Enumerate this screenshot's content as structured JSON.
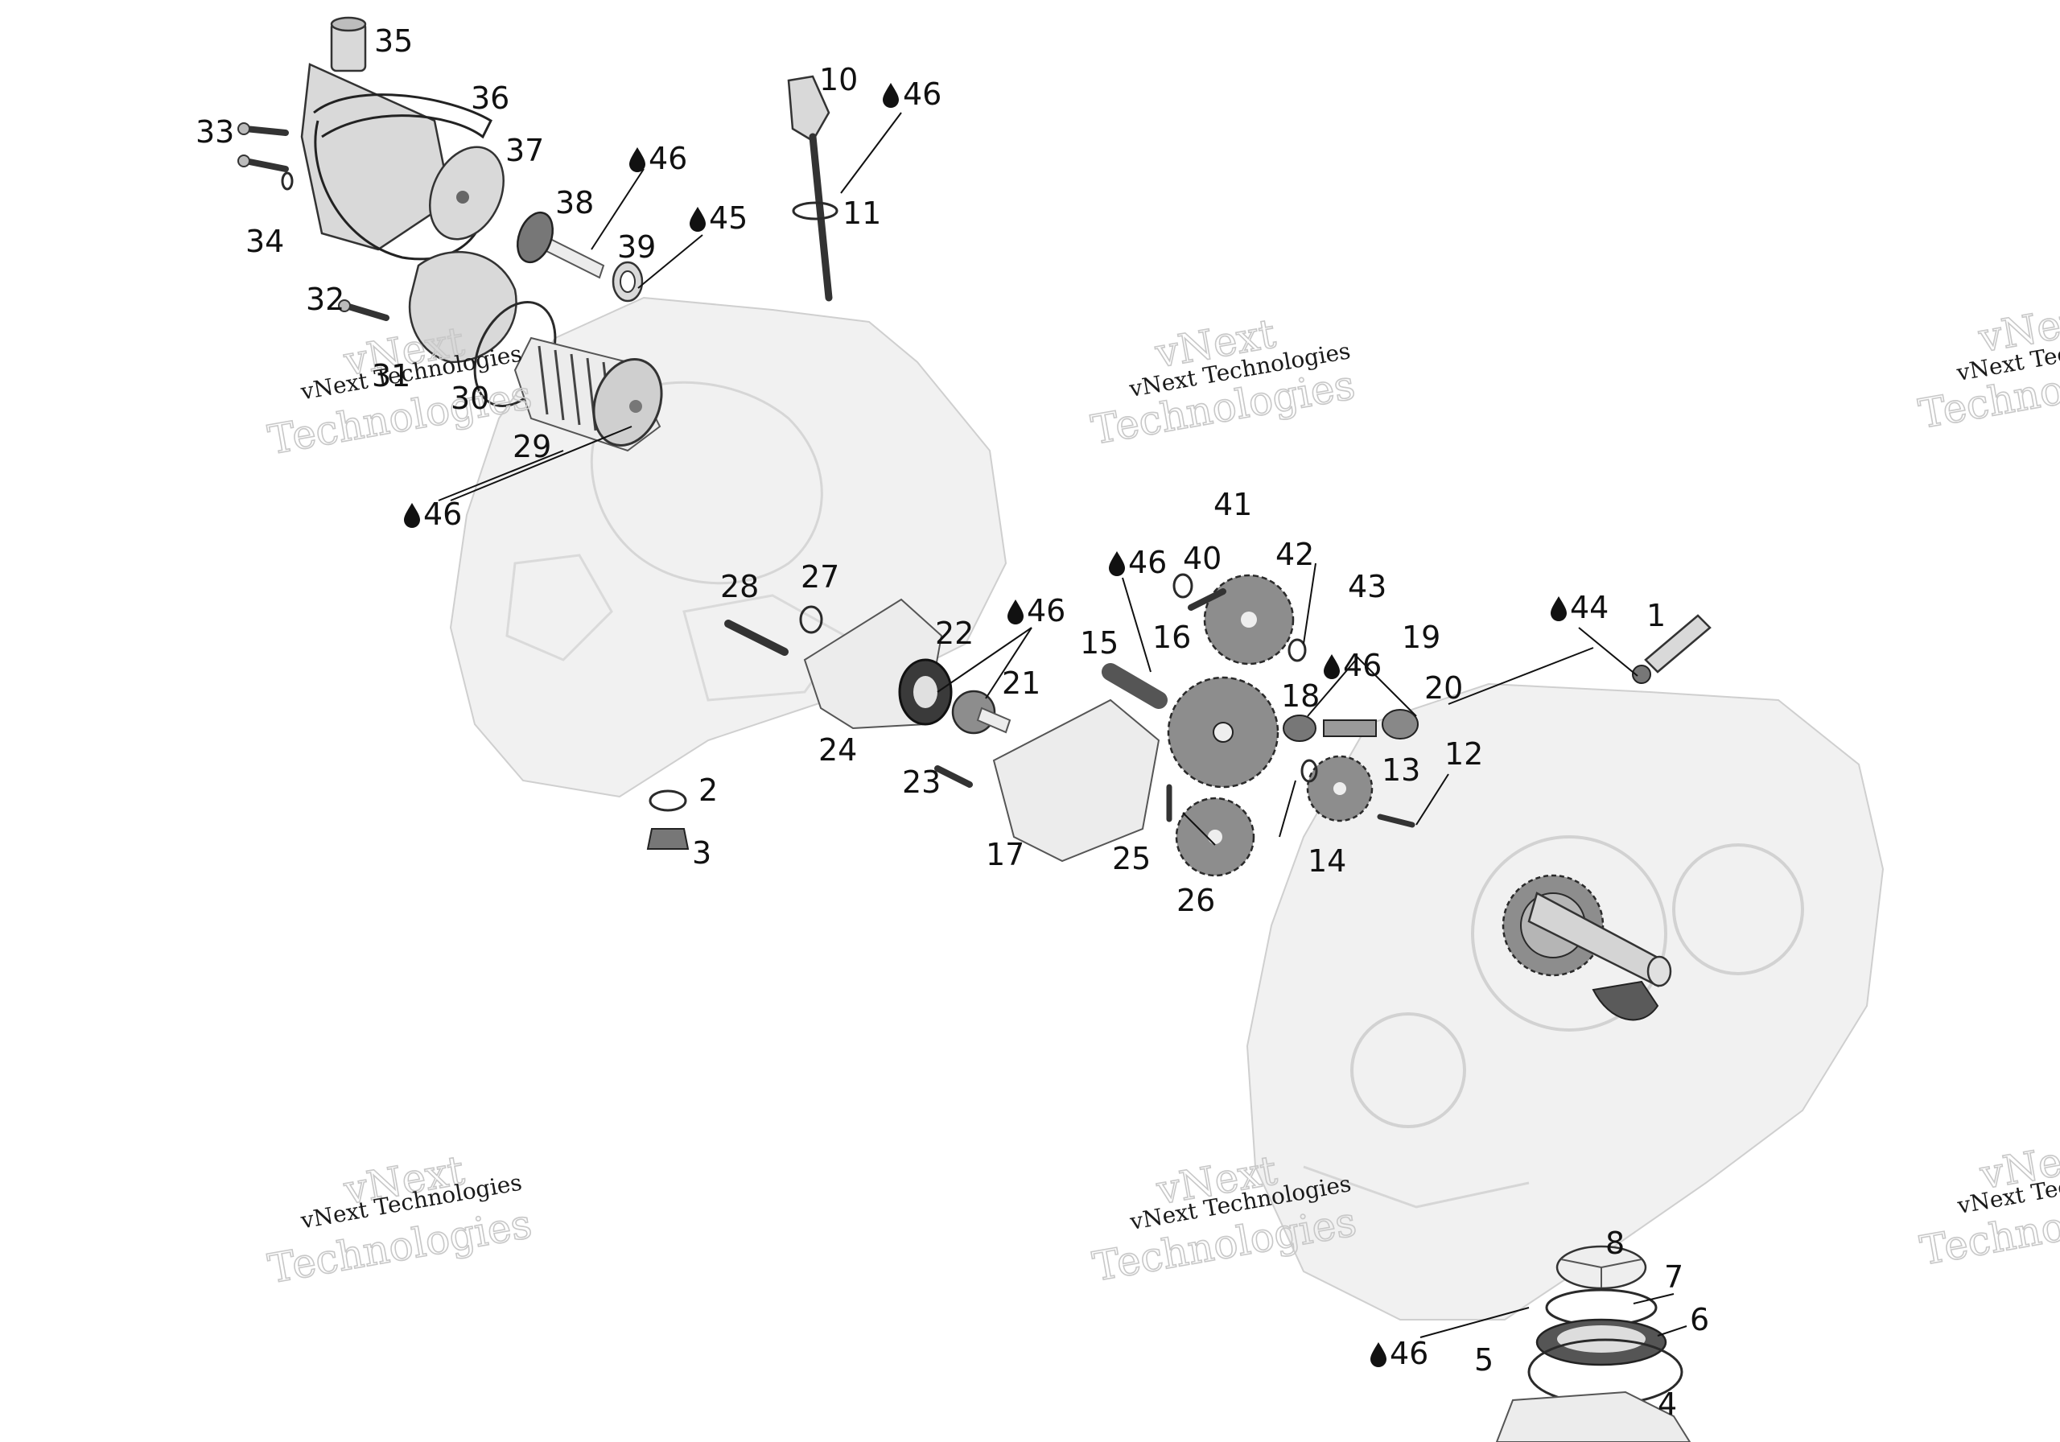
{
  "labels": {
    "p1": "1",
    "p2": "2",
    "p3": "3",
    "p4": "4",
    "p5": "5",
    "p6": "6",
    "p7": "7",
    "p8": "8",
    "p10": "10",
    "p11": "11",
    "p12": "12",
    "p13": "13",
    "p14": "14",
    "p15": "15",
    "p16": "16",
    "p17": "17",
    "p18": "18",
    "p19": "19",
    "p20": "20",
    "p21": "21",
    "p22": "22",
    "p23": "23",
    "p24": "24",
    "p25": "25",
    "p26": "26",
    "p27": "27",
    "p28": "28",
    "p29": "29",
    "p30": "30",
    "p31": "31",
    "p32": "32",
    "p33": "33",
    "p34": "34",
    "p35": "35",
    "p36": "36",
    "p37": "37",
    "p38": "38",
    "p39": "39",
    "p40": "40",
    "p41": "41",
    "p42": "42",
    "p43": "43"
  },
  "oil_labels": {
    "o46_a": "46",
    "o46_b": "46",
    "o46_c": "46",
    "o46_d": "46",
    "o46_e": "46",
    "o46_f": "46",
    "o46_g": "46",
    "o45": "45",
    "o44": "44"
  },
  "icons": {
    "oil": "oil-drop-icon"
  },
  "watermark": {
    "company": "vNext Technologies",
    "word_top": "vNext",
    "word_bottom": "Technologies"
  },
  "colors": {
    "ink": "#111111",
    "casing": "#f1f1f1",
    "watermark": "#c8c8c8"
  }
}
